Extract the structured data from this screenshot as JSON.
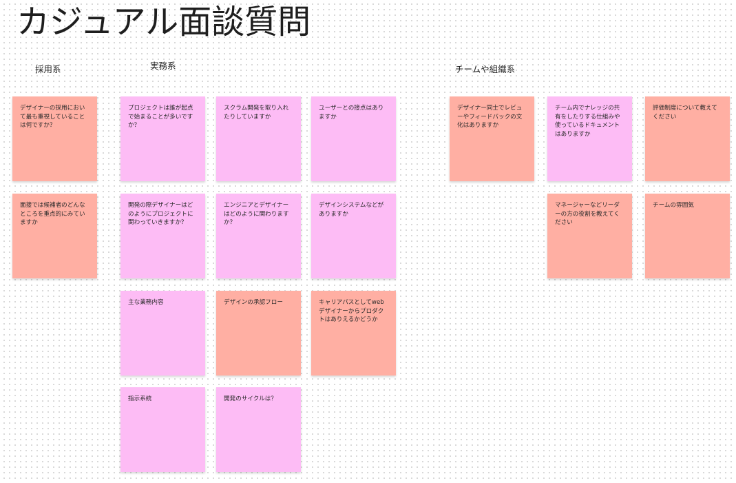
{
  "board": {
    "title": "カジュアル面談質問"
  },
  "sections": {
    "recruitment": {
      "label": "採用系"
    },
    "practice": {
      "label": "実務系"
    },
    "team": {
      "label": "チームや組織系"
    }
  },
  "colors": {
    "pink": "#fdbcf5",
    "salmon": "#ffafa3",
    "background": "#ffffff",
    "dot": "#cfcfcf"
  },
  "notes": {
    "recruitment": [
      {
        "text": "デザイナーの採用において最も重視していることは何ですか？",
        "color": "salmon"
      },
      {
        "text": "面接では候補者のどんなところを重点的にみていますか",
        "color": "salmon"
      }
    ],
    "practice": [
      {
        "text": "プロジェクトは誰が起点で始まることが多いですか？",
        "color": "pink"
      },
      {
        "text": "スクラム開発を取り入れたりしていますか",
        "color": "pink"
      },
      {
        "text": "ユーザーとの接点はありますか",
        "color": "pink"
      },
      {
        "text": "開発の際デザイナーはどのようにプロジェクトに関わっていきますか？",
        "color": "pink"
      },
      {
        "text": "エンジニアとデザイナーはどのように関わりますか？",
        "color": "pink"
      },
      {
        "text": "デザインシステムなどがありますか",
        "color": "pink"
      },
      {
        "text": "主な業務内容",
        "color": "pink"
      },
      {
        "text": "デザインの承認フロー",
        "color": "salmon"
      },
      {
        "text": "キャリアパスとしてwebデザイナーからプロダクトはありえるかどうか",
        "color": "salmon"
      },
      {
        "text": "指示系統",
        "color": "pink"
      },
      {
        "text": "開発のサイクルは？",
        "color": "pink"
      }
    ],
    "team": [
      {
        "text": "デザイナー同士でレビューやフィードバックの文化はありますか",
        "color": "salmon"
      },
      {
        "text": "チーム内でナレッジの共有をしたりする仕組みや使っているドキュメントはありますか",
        "color": "pink"
      },
      {
        "text": "評価制度について教えてください",
        "color": "salmon"
      },
      {
        "text": "マネージャーなどリーダーの方の役割を教えてください",
        "color": "salmon"
      },
      {
        "text": "チームの雰囲気",
        "color": "salmon"
      }
    ]
  }
}
